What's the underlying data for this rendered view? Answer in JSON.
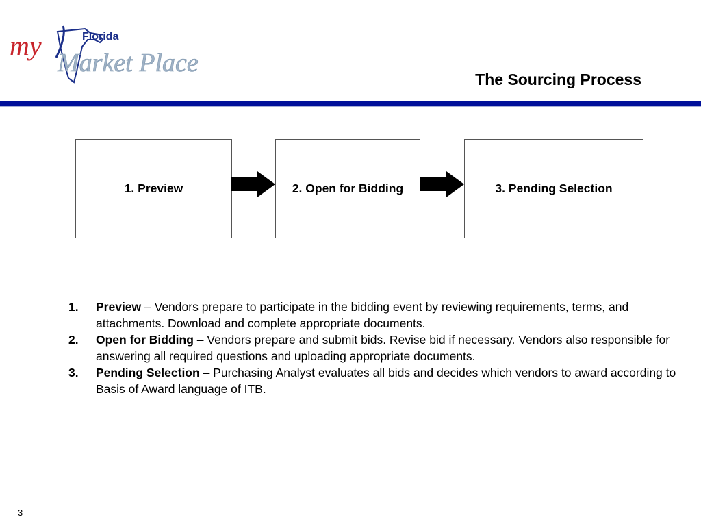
{
  "logo": {
    "text_my": "my",
    "text_florida": "Florida",
    "text_market_place": "Market Place",
    "colors": {
      "my": "#c8242b",
      "florida": "#1b2f8a",
      "market_place": "#9fb2c6",
      "outline": "#1b2f8a"
    }
  },
  "header": {
    "title": "The Sourcing Process"
  },
  "colors": {
    "rule": "#00109a",
    "arrow_fill": "#000000",
    "box_border": "#555555"
  },
  "flow": {
    "steps": [
      {
        "label": "1. Preview"
      },
      {
        "label": "2. Open for Bidding"
      },
      {
        "label": "3. Pending Selection"
      }
    ],
    "connector_icon": "right-arrow-icon"
  },
  "descriptions": [
    {
      "number": "1.",
      "term": "Preview",
      "text": " – Vendors prepare to participate in the bidding event by reviewing requirements, terms, and attachments.  Download and complete appropriate documents."
    },
    {
      "number": "2.",
      "term": "Open for Bidding",
      "text": " – Vendors prepare and submit bids. Revise bid if necessary.  Vendors also responsible for answering all required questions and uploading appropriate documents."
    },
    {
      "number": "3.",
      "term": "Pending Selection",
      "text": " – Purchasing Analyst evaluates all bids and decides which vendors to award according to Basis of Award language of ITB."
    }
  ],
  "footer": {
    "page_number": "3"
  }
}
